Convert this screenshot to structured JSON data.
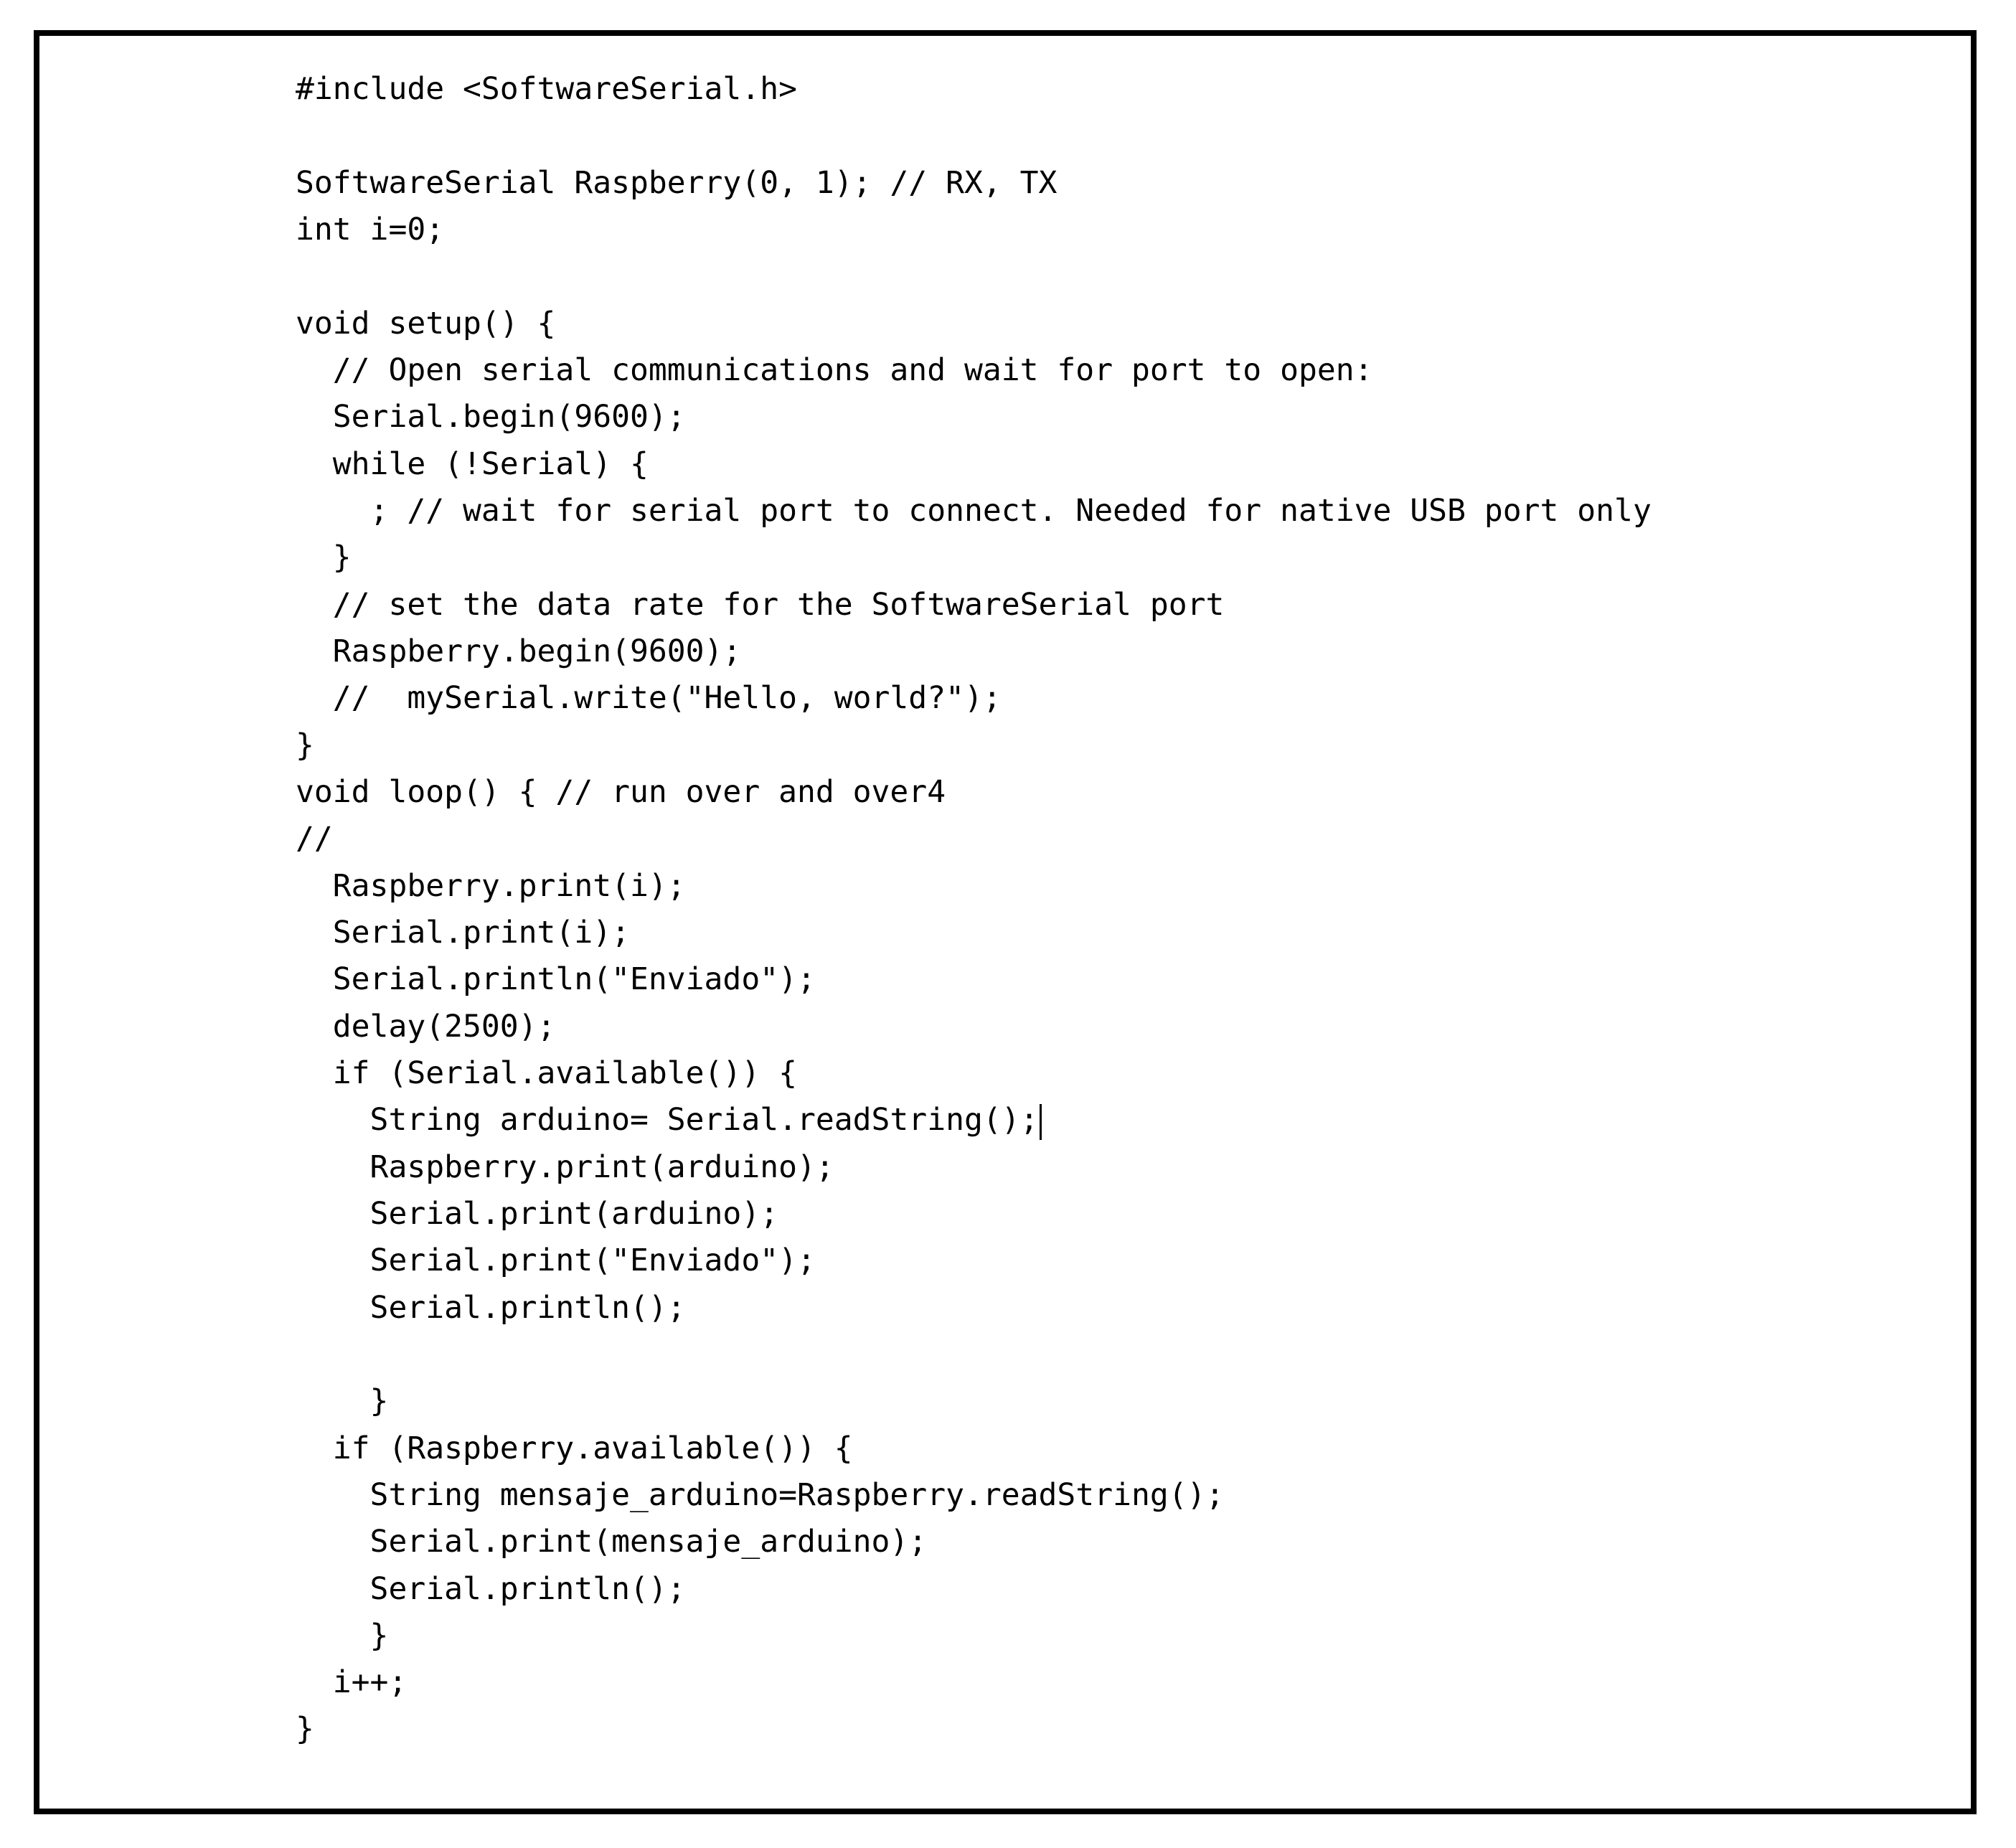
{
  "code": {
    "lines": [
      "#include <SoftwareSerial.h>",
      "",
      "SoftwareSerial Raspberry(0, 1); // RX, TX",
      "int i=0;",
      "",
      "void setup() {",
      "  // Open serial communications and wait for port to open:",
      "  Serial.begin(9600);",
      "  while (!Serial) {",
      "    ; // wait for serial port to connect. Needed for native USB port only",
      "  }",
      "  // set the data rate for the SoftwareSerial port",
      "  Raspberry.begin(9600);",
      "  //  mySerial.write(\"Hello, world?\");",
      "}",
      "void loop() { // run over and over4",
      "//",
      "  Raspberry.print(i);",
      "  Serial.print(i);",
      "  Serial.println(\"Enviado\");",
      "  delay(2500);",
      "  if (Serial.available()) {",
      "    String arduino= Serial.readString();",
      "    Raspberry.print(arduino);",
      "    Serial.print(arduino);",
      "    Serial.print(\"Enviado\");",
      "    Serial.println();",
      "",
      "    }",
      "  if (Raspberry.available()) {",
      "    String mensaje_arduino=Raspberry.readString();",
      "    Serial.print(mensaje_arduino);",
      "    Serial.println();",
      "    }",
      "  i++;",
      "}"
    ]
  }
}
